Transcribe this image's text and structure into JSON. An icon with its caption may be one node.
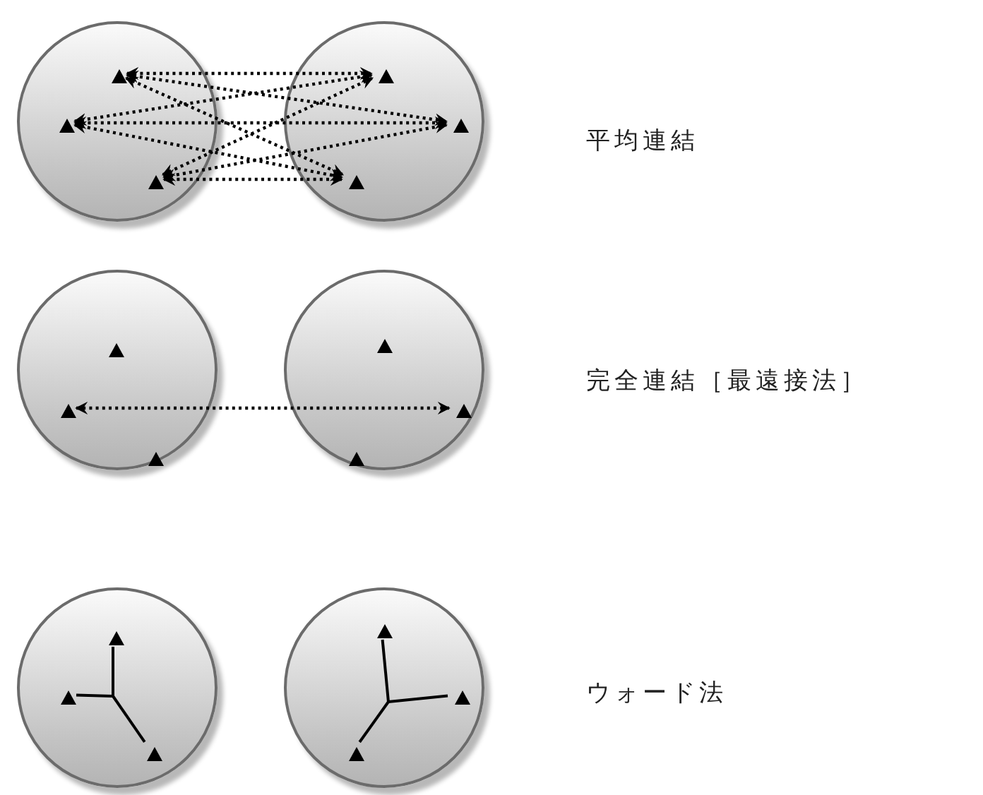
{
  "diagram": {
    "nodes": [
      {
        "text": [],
        "shape": "circle"
      },
      {
        "text": [],
        "shape": "triangle",
        "in": 0
      },
      {
        "text": [],
        "shape": "triangle",
        "in": 0
      },
      {
        "text": [],
        "shape": "triangle",
        "in": 0
      },
      {
        "text": [],
        "shape": "circle"
      },
      {
        "text": [],
        "shape": "triangle",
        "in": 4
      },
      {
        "text": [],
        "shape": "triangle",
        "in": 4
      },
      {
        "text": [],
        "shape": "triangle",
        "in": 4
      },
      {
        "text": [],
        "shape": "circle"
      },
      {
        "text": [],
        "shape": "triangle",
        "in": 8
      },
      {
        "text": [],
        "shape": "triangle",
        "in": 8
      },
      {
        "text": [],
        "shape": "triangle",
        "in": 8
      },
      {
        "text": [],
        "shape": "circle"
      },
      {
        "text": [],
        "shape": "triangle",
        "in": 12
      },
      {
        "text": [],
        "shape": "triangle",
        "in": 12
      },
      {
        "text": [],
        "shape": "triangle",
        "in": 12
      },
      {
        "text": [],
        "shape": "circle"
      },
      {
        "text": [],
        "shape": "triangle",
        "in": 16
      },
      {
        "text": [],
        "shape": "triangle",
        "in": 16
      },
      {
        "text": [],
        "shape": "triangle",
        "in": 16
      },
      {
        "text": [],
        "shape": "circle"
      },
      {
        "text": [],
        "shape": "triangle",
        "in": 20
      },
      {
        "text": [],
        "shape": "triangle",
        "in": 20
      },
      {
        "text": [],
        "shape": "triangle",
        "in": 20
      }
    ],
    "edges": [
      {
        "from": 1,
        "to": 5,
        "arrow": "both",
        "style": "dashed"
      },
      {
        "from": 1,
        "to": 6,
        "arrow": "both",
        "style": "dashed"
      },
      {
        "from": 1,
        "to": 7,
        "arrow": "both",
        "style": "dashed"
      },
      {
        "from": 2,
        "to": 5,
        "arrow": "both",
        "style": "dashed"
      },
      {
        "from": 2,
        "to": 6,
        "arrow": "both",
        "style": "dashed"
      },
      {
        "from": 2,
        "to": 7,
        "arrow": "both",
        "style": "dashed"
      },
      {
        "from": 3,
        "to": 5,
        "arrow": "both",
        "style": "dashed"
      },
      {
        "from": 3,
        "to": 6,
        "arrow": "both",
        "style": "dashed"
      },
      {
        "from": 3,
        "to": 7,
        "arrow": "both",
        "style": "dashed"
      },
      {
        "from": 10,
        "to": 14,
        "arrow": "both",
        "style": "dashed"
      },
      {
        "from": 17,
        "to": null,
        "arrow": "none"
      },
      {
        "from": 18,
        "to": null,
        "arrow": "none"
      },
      {
        "from": 19,
        "to": null,
        "arrow": "none"
      },
      {
        "from": 21,
        "to": null,
        "arrow": "none"
      },
      {
        "from": 22,
        "to": null,
        "arrow": "none"
      },
      {
        "from": 23,
        "to": null,
        "arrow": "none"
      }
    ],
    "labels": [
      "平均連結",
      "完全連結［最遠接法］",
      "ウォード法"
    ]
  }
}
